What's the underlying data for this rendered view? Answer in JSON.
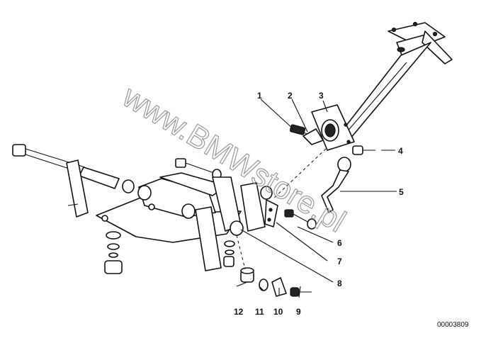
{
  "diagram": {
    "callouts": [
      "1",
      "2",
      "3",
      "4",
      "5",
      "6",
      "7",
      "8",
      "9",
      "10",
      "11",
      "12"
    ],
    "drawing_number": "00003809",
    "watermark": "www.BMWstore.pl"
  }
}
